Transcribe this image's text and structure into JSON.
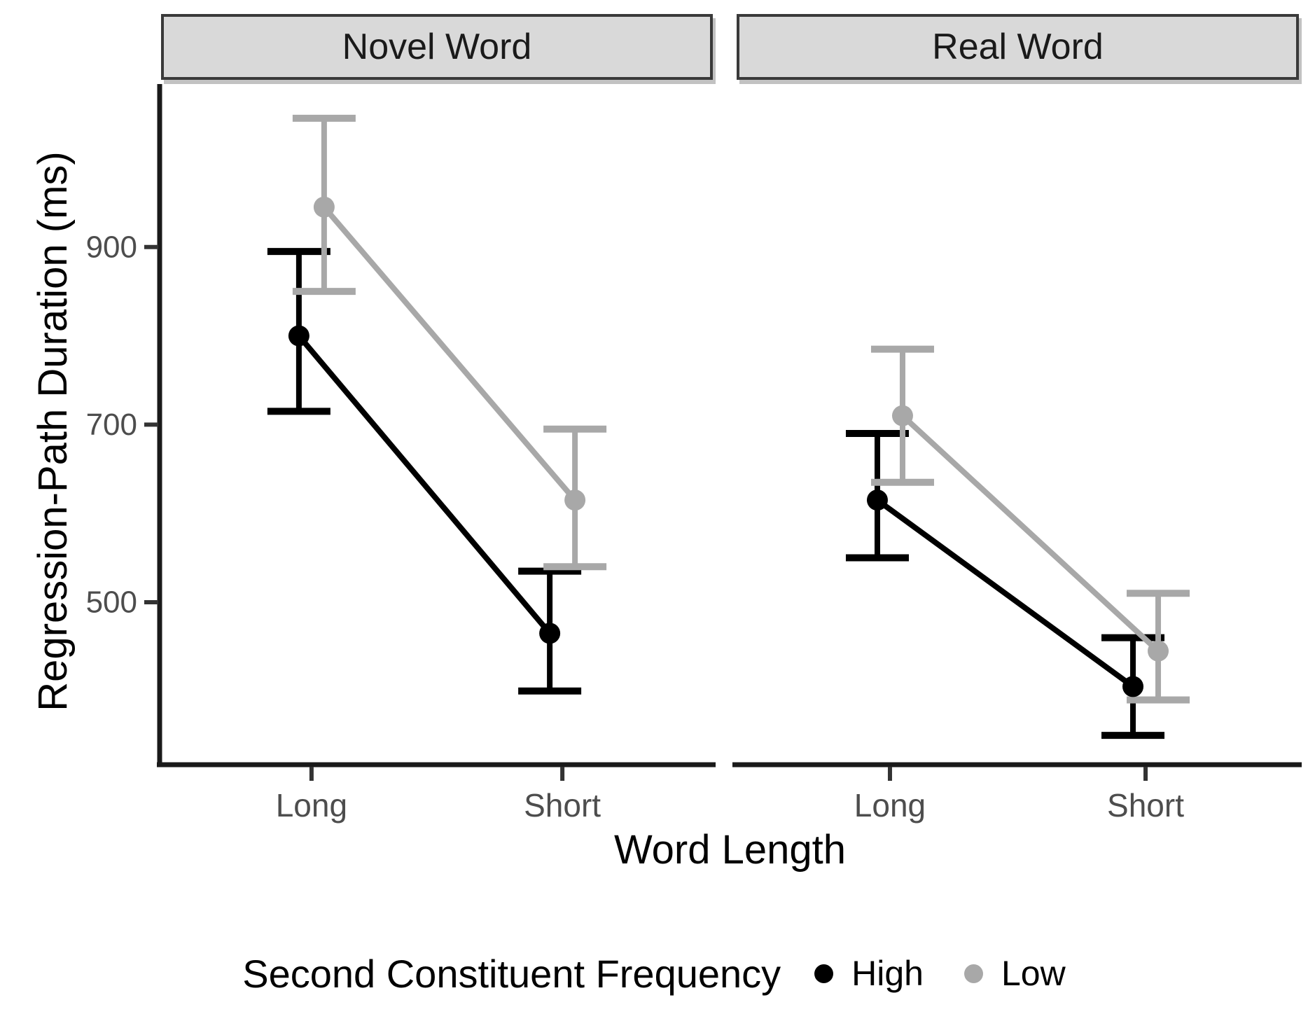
{
  "figure": {
    "legend": {
      "title": "Second Constituent Frequency",
      "items": [
        {
          "label": "High",
          "color": "#000000"
        },
        {
          "label": "Low",
          "color": "#a8a8a8"
        }
      ]
    }
  },
  "chart_data": {
    "type": "line",
    "title": "",
    "xlabel": "Word Length",
    "ylabel": "Regression-Path Duration (ms)",
    "categories": [
      "Long",
      "Short"
    ],
    "y_ticks": [
      500,
      700,
      900
    ],
    "ylim": [
      317,
      1082
    ],
    "grid": "off",
    "legend_title": "Second Constituent Frequency",
    "legend_position": "bottom",
    "error_bars": "95% CI",
    "colors": {
      "High": "#000000",
      "Low": "#a8a8a8"
    },
    "facets": [
      {
        "label": "Novel Word",
        "series": [
          {
            "name": "High",
            "color": "#000000",
            "points": [
              {
                "x": "Long",
                "mean": 800,
                "ci_low": 715,
                "ci_high": 895
              },
              {
                "x": "Short",
                "mean": 465,
                "ci_low": 400,
                "ci_high": 535
              }
            ]
          },
          {
            "name": "Low",
            "color": "#a8a8a8",
            "points": [
              {
                "x": "Long",
                "mean": 945,
                "ci_low": 850,
                "ci_high": 1045
              },
              {
                "x": "Short",
                "mean": 615,
                "ci_low": 540,
                "ci_high": 695
              }
            ]
          }
        ]
      },
      {
        "label": "Real Word",
        "series": [
          {
            "name": "High",
            "color": "#000000",
            "points": [
              {
                "x": "Long",
                "mean": 615,
                "ci_low": 550,
                "ci_high": 690
              },
              {
                "x": "Short",
                "mean": 405,
                "ci_low": 350,
                "ci_high": 460
              }
            ]
          },
          {
            "name": "Low",
            "color": "#a8a8a8",
            "points": [
              {
                "x": "Long",
                "mean": 710,
                "ci_low": 635,
                "ci_high": 785
              },
              {
                "x": "Short",
                "mean": 445,
                "ci_low": 390,
                "ci_high": 510
              }
            ]
          }
        ]
      }
    ]
  }
}
